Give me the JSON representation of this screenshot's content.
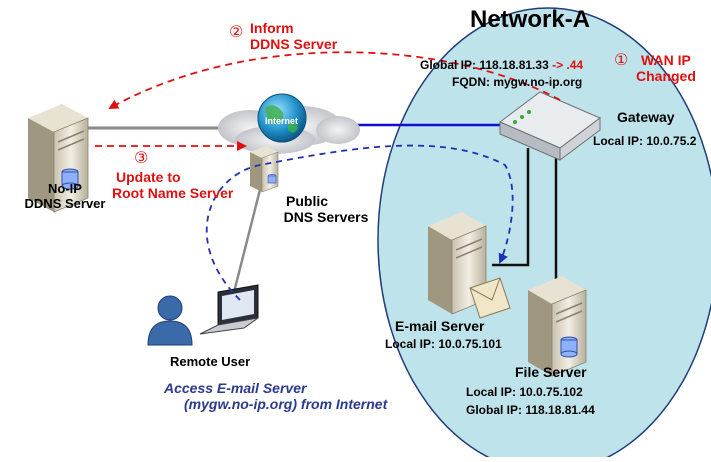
{
  "network": {
    "title": "Network-A",
    "global_ip": "Global IP: 118.18.81.33",
    "global_ip_change": " -> .44",
    "fqdn": "FQDN: mygw.no-ip.org"
  },
  "steps": {
    "step1_num": "①",
    "step1_line1": "WAN IP",
    "step1_line2": "Changed",
    "step2_num": "②",
    "step2_line1": "Inform",
    "step2_line2": "DDNS Server",
    "step3_num": "③",
    "step3_line1": "Update to",
    "step3_line2": "Root Name Server"
  },
  "nodes": {
    "ddns_line1": "No-IP",
    "ddns_line2": "DDNS Server",
    "internet": "Internet",
    "public_dns_line1": "Public",
    "public_dns_line2": "DNS Servers",
    "gateway": "Gateway",
    "gateway_local_ip": "Local IP: 10.0.75.2",
    "email_server": "E-mail Server",
    "email_local_ip": "Local IP: 10.0.75.101",
    "file_server": "File Server",
    "file_local_ip": "Local IP: 10.0.75.102",
    "file_global_ip": "Global IP: 118.18.81.44",
    "remote_user": "Remote User"
  },
  "caption": {
    "line1": "Access E-mail Server",
    "line2": "(mygw.no-ip.org) from Internet"
  },
  "colors": {
    "network_fill": "#bfe3ea",
    "network_stroke": "#1f3d7a",
    "red_text": "#e01010",
    "blue_link": "#1010d0",
    "caption_blue": "#2a3a8f"
  }
}
